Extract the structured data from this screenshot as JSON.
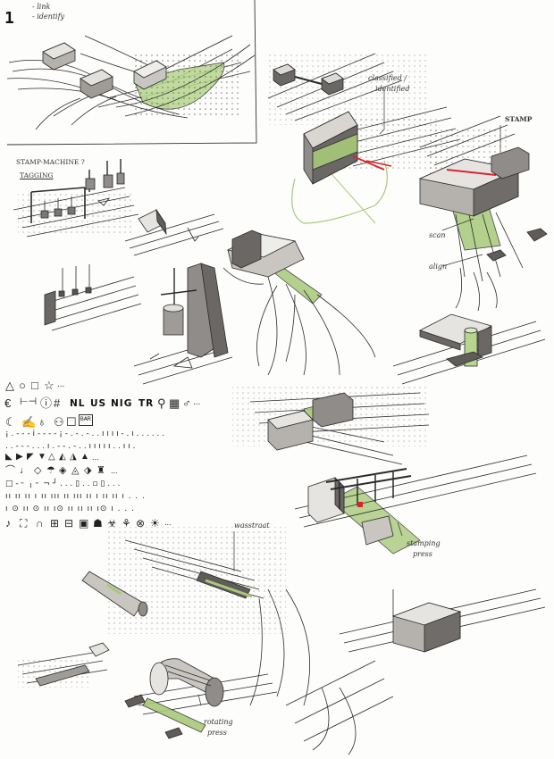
{
  "sheet": {
    "number": "1",
    "labels": {
      "title_note_1": "- link",
      "title_note_2": "- identify",
      "stamp_machine": "STAMP-MACHINE ?",
      "tagging": "TAGGING",
      "classified": "classified /",
      "identified": "identified",
      "stamp": "STAMP",
      "scan": "scan",
      "align": "align",
      "wasstraat": "wasstraat",
      "stamping": "stamping",
      "press": "press",
      "rotating": "rotating",
      "press_2": "press"
    },
    "symbols": {
      "row_shapes": [
        "△",
        "○",
        "□",
        "☆",
        "..."
      ],
      "row_codes_prefix": [
        "€",
        "⊢⊣",
        "ⓘ",
        "#"
      ],
      "codes": [
        "NL",
        "US",
        "NIG",
        "TR"
      ],
      "row_codes_suffix": [
        "⚲",
        "▦",
        "♂",
        "..."
      ],
      "row_icons_3": [
        "☾",
        "✍",
        "♁",
        "⚇",
        "☐",
        "ᴮᴬᴿ"
      ],
      "dash_row_1": "¡ . - - - i - - - - ¡ - . - . - . . ı ı ı ı - . ı . . . . . .",
      "dash_row_2": ". . - - - . . . ı . - - . - . . ı ı ı ı ı . . ı ı .",
      "row_triangles": [
        "◣",
        "▶",
        "◤",
        "▼",
        "△",
        "◭",
        "◮",
        "▲",
        "..."
      ],
      "row_icons_5": [
        "⌒",
        "♩",
        "◇",
        "☂",
        "◈",
        "◬",
        "⬗",
        "♜",
        "..."
      ],
      "dash_row_3": "□ - ╴ ╷ ╴ ¬ ┘ . . . ▯ . . ▫ ▯ . . .",
      "bar_row_1": "ıı ıı ıı ı ıı ııı ıı ııı ıı ı ıı ıı ı . . .",
      "bar_row_2": "ı ⊙ ıı ⊙ ıı ı⊙ ıı ıı ıı ı⊙ ı . . .",
      "row_icons_8": [
        "♪",
        "⛶",
        "∩",
        "⊞",
        "⊟",
        "▣",
        "☗",
        "☣",
        "⚘",
        "⊗",
        "☀",
        "..."
      ]
    },
    "colors": {
      "ink": "#2a2a2a",
      "green_marker": "#a8c97a",
      "grey_marker": "#8f8c89",
      "dark_grey": "#5f5c59",
      "red_marker": "#d7262b",
      "paper": "#fdfdfb"
    }
  }
}
